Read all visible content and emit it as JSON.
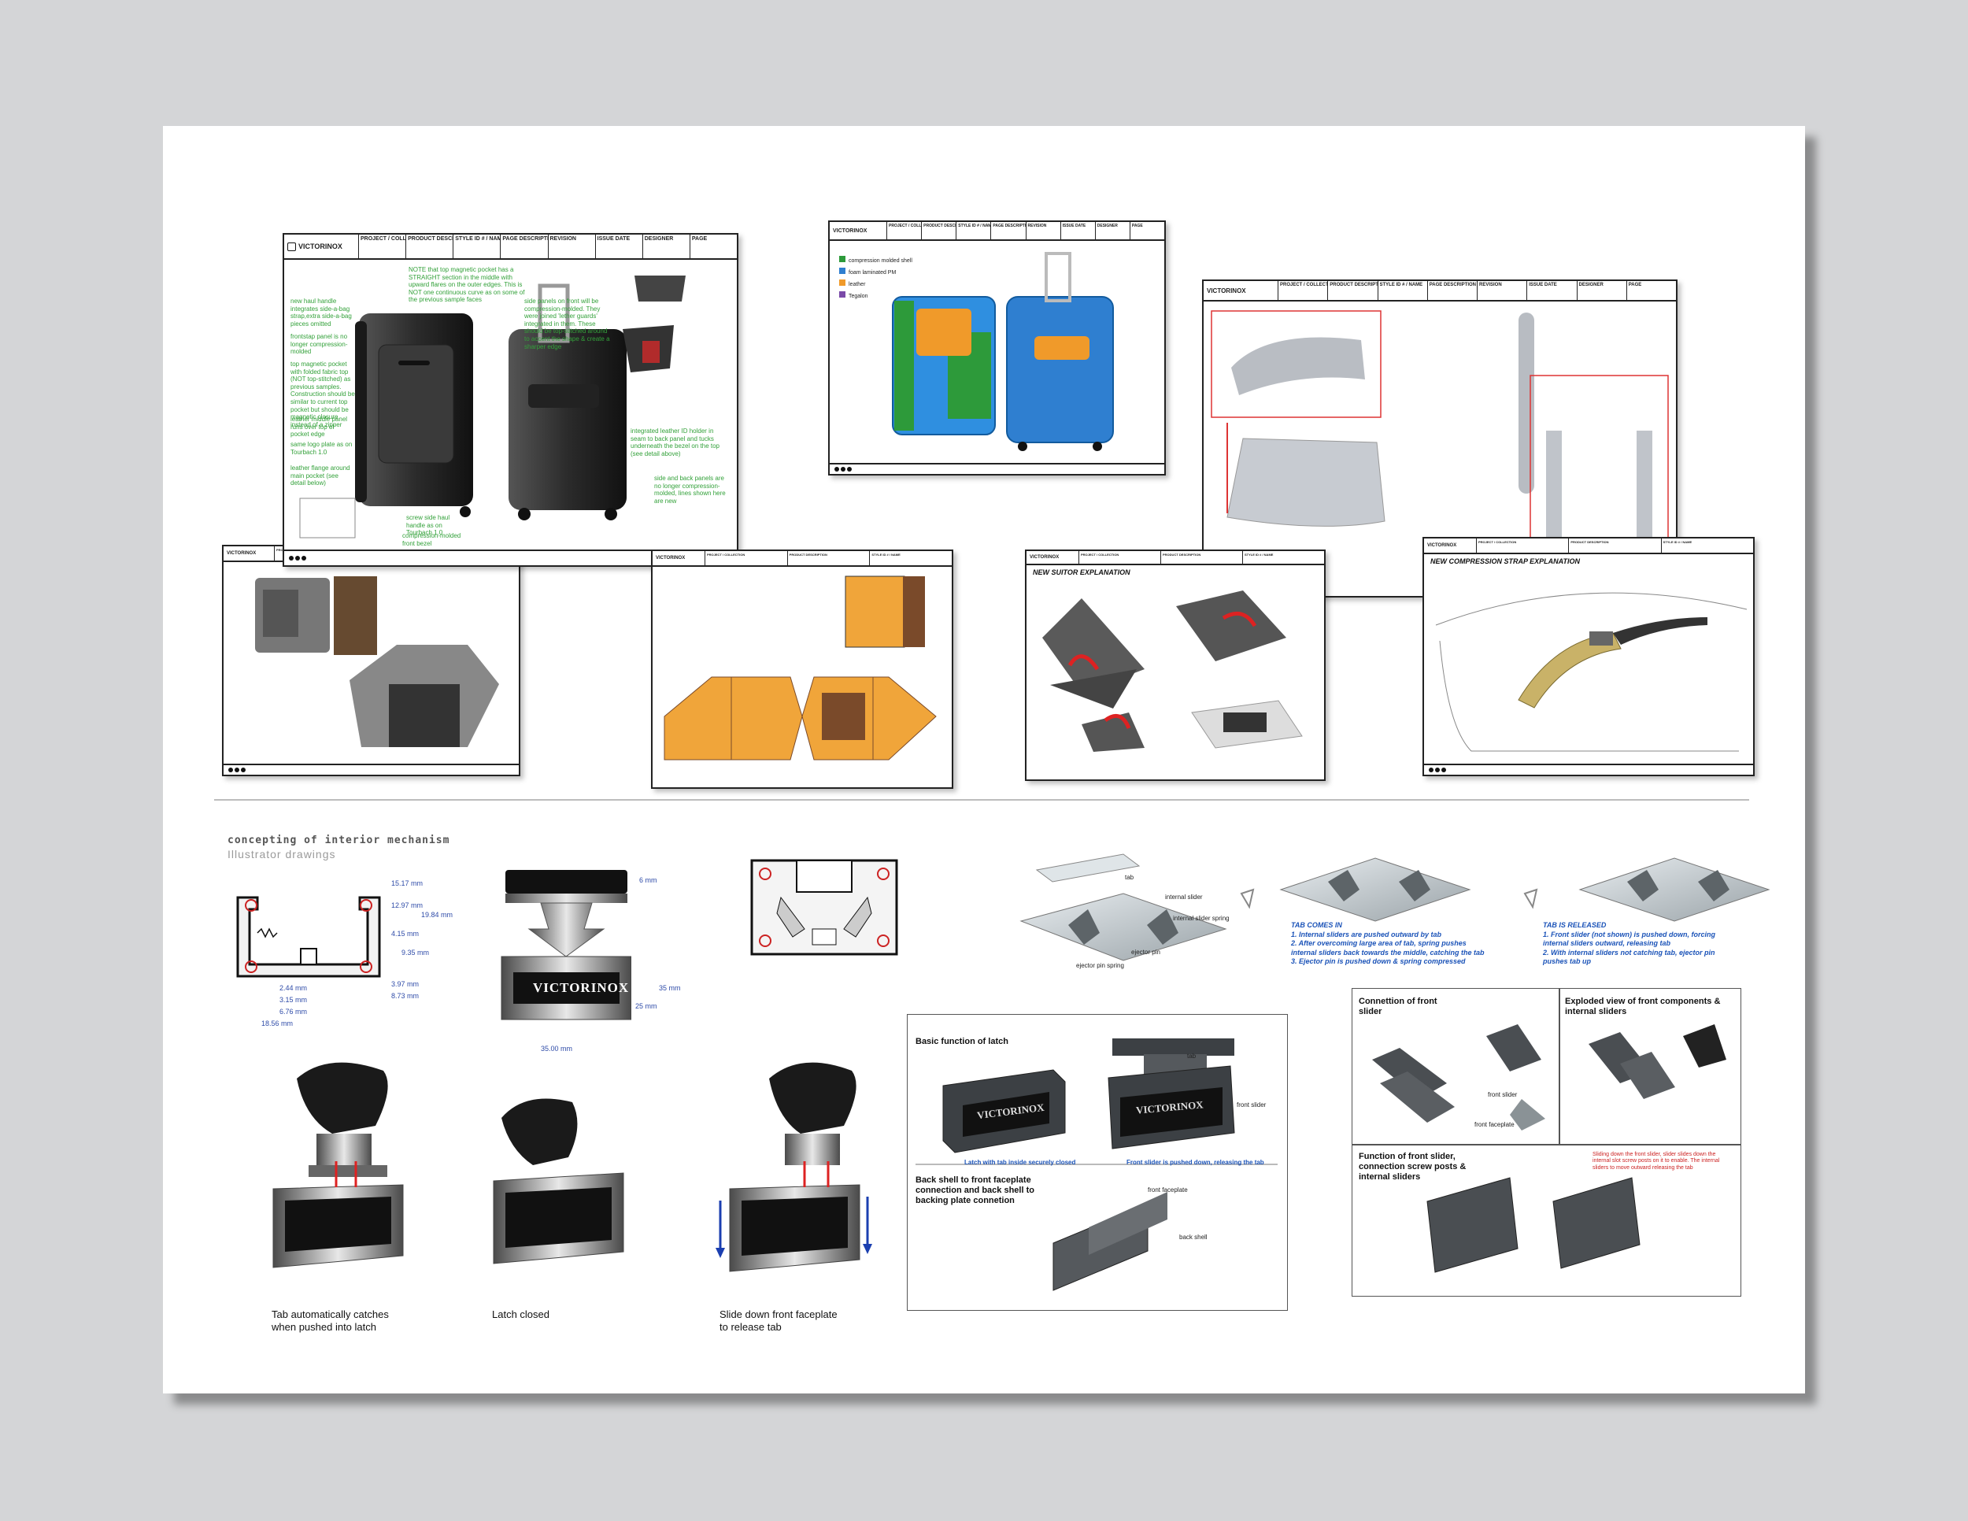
{
  "brand": "VICTORINOX",
  "header_columns": [
    "PROJECT / COLLECTION",
    "PRODUCT DESCRIPTION",
    "STYLE ID # / NAME",
    "PAGE DESCRIPTION",
    "REVISION",
    "ISSUE DATE",
    "DESIGNER",
    "PAGE"
  ],
  "sheet_headings": {
    "suitor": "NEW SUITOR EXPLANATION",
    "strap": "NEW COMPRESSION STRAP EXPLANATION"
  },
  "legend": [
    "compression molded shell",
    "foam laminated PM",
    "leather",
    "Tegalon"
  ],
  "interior_title": "concepting of interior mechanism",
  "interior_subtitle": "Illustrator drawings",
  "dimensions": {
    "d1": "15.17 mm",
    "d2": "12.97 mm",
    "d3": "19.84 mm",
    "d4": "4.15 mm",
    "d5": "9.35 mm",
    "d6": "2.44 mm",
    "d7": "3.15 mm",
    "d8": "6.76 mm",
    "d9": "3.97 mm",
    "d10": "8.73 mm",
    "d11": "18.56 mm",
    "h1": "6 mm",
    "h2": "25 mm",
    "h3": "35 mm",
    "w1": "35.00 mm"
  },
  "captions": {
    "c1": "Tab automatically catches when pushed into latch",
    "c2": "Latch closed",
    "c3": "Slide down front faceplate to release tab"
  },
  "sequence": {
    "tab": "tab",
    "internal_slider": "internal slider",
    "internal_slider_spring": "internal slider spring",
    "ejector_pin": "ejector pin",
    "ejector_pin_spring": "ejector pin spring",
    "comes_in_title": "TAB COMES IN",
    "comes_in_text": "1. Internal sliders are pushed outward by tab\n2. After overcoming large area of tab, spring pushes internal sliders back towards the middle, catching the tab\n3. Ejector pin is pushed down & spring compressed",
    "released_title": "TAB IS RELEASED",
    "released_text": "1. Front slider (not shown) is pushed down, forcing internal sliders outward, releasing tab\n2. With internal sliders not catching tab, ejector pin pushes tab up"
  },
  "latch_box": {
    "title": "Basic function of latch",
    "front_slider": "front slider",
    "tab": "tab",
    "cap1": "Latch with tab inside securely closed",
    "cap2": "Front slider is pushed down, releasing the tab",
    "title2": "Back shell to front faceplate connection and back shell to backing plate connetion",
    "back_shell": "back shell",
    "front_faceplate": "front faceplate"
  },
  "exploded_box": {
    "t1": "Connettion of front slider",
    "t2": "Exploded view of front components & internal sliders",
    "t3": "Function of front slider, connection screw posts & internal sliders",
    "front_slider": "front slider",
    "front_faceplate": "front faceplate",
    "red_note": "Sliding down the front slider, slider slides down the internal slot screw posts on it to enable. The internal sliders to move outward releasing the tab"
  }
}
